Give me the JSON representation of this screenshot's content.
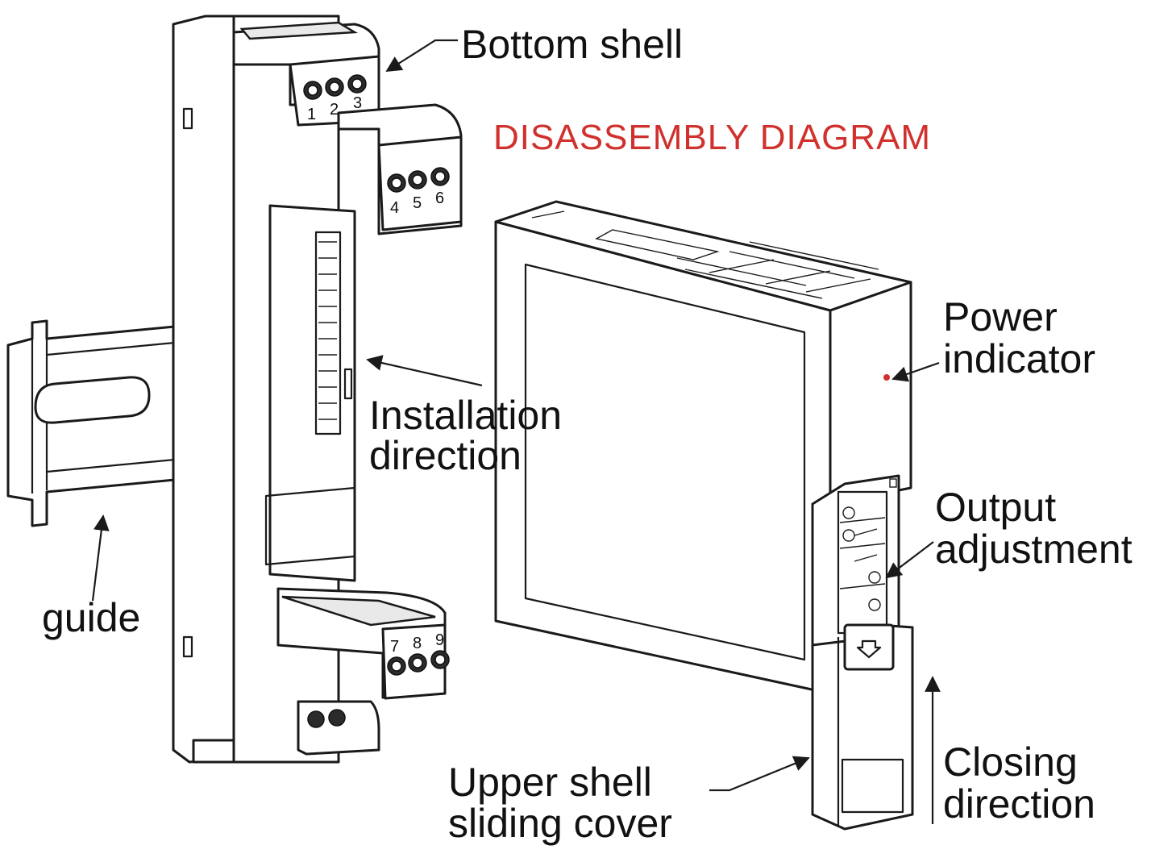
{
  "diagram": {
    "title": "DISASSEMBLY DIAGRAM",
    "labels": {
      "bottom_shell": "Bottom shell",
      "power_indicator": [
        "Power",
        "indicator"
      ],
      "installation_direction": [
        "Installation",
        "direction"
      ],
      "output_adjustment": [
        "Output",
        "adjustment"
      ],
      "guide": "guide",
      "upper_shell": [
        "Upper shell",
        "sliding cover"
      ],
      "closing_direction": [
        "Closing",
        "direction"
      ]
    },
    "terminals": {
      "top_row": [
        "1",
        "2",
        "3"
      ],
      "mid_row": [
        "4",
        "5",
        "6"
      ],
      "bottom_row": [
        "7",
        "8",
        "9"
      ]
    },
    "colors": {
      "title": "#d0312d",
      "indicator": "#d0312d",
      "line": "#1a1a1a"
    }
  }
}
